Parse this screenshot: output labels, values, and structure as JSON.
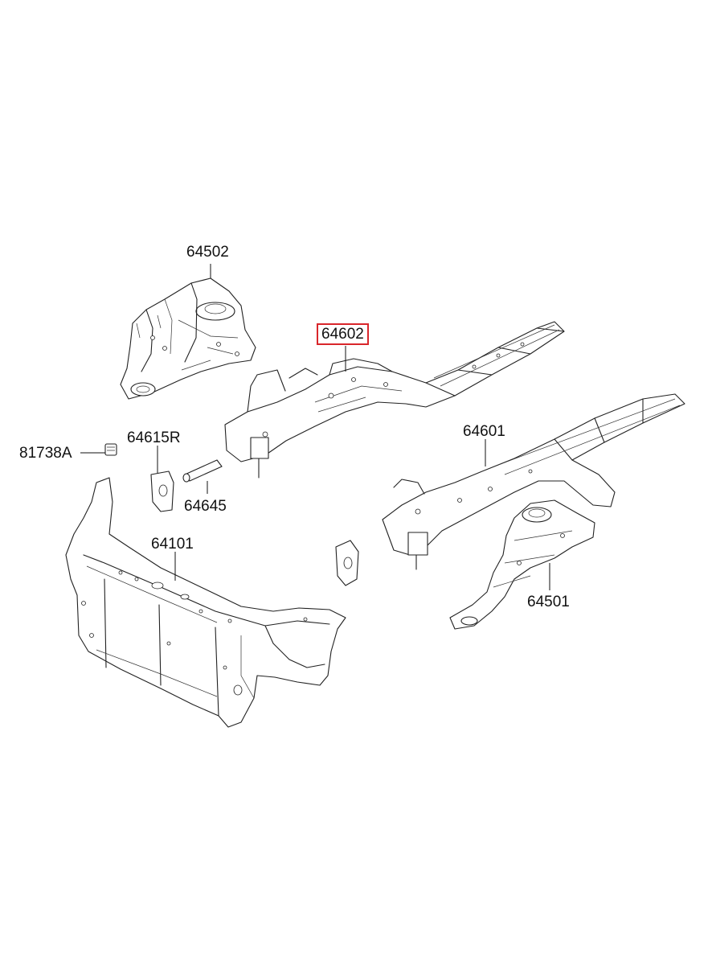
{
  "diagram": {
    "parts": [
      {
        "id": "64502",
        "label": "64502",
        "highlighted": false
      },
      {
        "id": "64602",
        "label": "64602",
        "highlighted": true
      },
      {
        "id": "81738A",
        "label": "81738A",
        "highlighted": false
      },
      {
        "id": "64615R",
        "label": "64615R",
        "highlighted": false
      },
      {
        "id": "64601",
        "label": "64601",
        "highlighted": false
      },
      {
        "id": "64645",
        "label": "64645",
        "highlighted": false
      },
      {
        "id": "64101",
        "label": "64101",
        "highlighted": false
      },
      {
        "id": "64501",
        "label": "64501",
        "highlighted": false
      }
    ],
    "highlight_color": "#d9262b"
  }
}
